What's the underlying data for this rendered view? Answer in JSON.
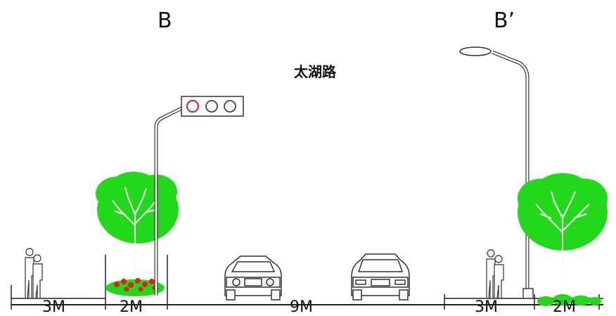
{
  "section": {
    "start_label": "B",
    "end_label": "B’"
  },
  "road_name": "太湖路",
  "widths": {
    "sidewalk_left": "3M",
    "green_belt_left": "2M",
    "carriageway": "9M",
    "sidewalk_right": "3M",
    "green_belt_right": "2M"
  },
  "colors": {
    "tree_green": "#22d81a",
    "trunk_white": "#f3fff0",
    "flower_red": "#e51f1f",
    "signal_red": "#cc1f1f",
    "line": "#222222"
  }
}
